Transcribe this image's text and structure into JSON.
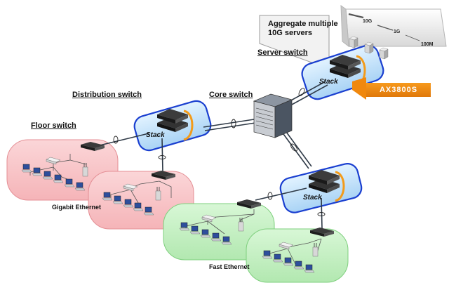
{
  "labels": {
    "server_switch": "Server switch",
    "distribution_switch": "Distribution switch",
    "core_switch": "Core switch",
    "floor_switch": "Floor switch",
    "aggregate_line1": "Aggregate multiple",
    "aggregate_line2": "10G servers",
    "gigabit": "Gigabit Ethernet",
    "fast": "Fast Ethernet",
    "stack": "Stack"
  },
  "legend": {
    "speeds": [
      "10G",
      "1G",
      "100M"
    ]
  },
  "product": "AX3800S",
  "colors": {
    "stack_ring": "#1a3fd0",
    "stack_fill": "#c9e6fb",
    "gigabit_area": "#f9c9cc",
    "fast_area": "#c8f0c8",
    "product_badge": "#f0880e"
  }
}
